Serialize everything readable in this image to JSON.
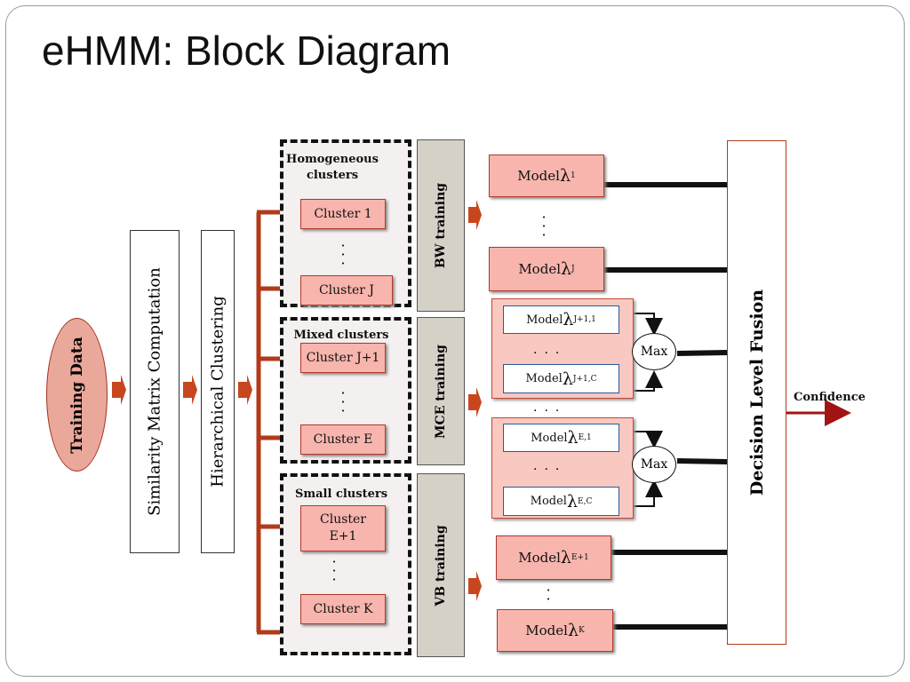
{
  "title": "eHMM: Block Diagram",
  "input": {
    "label": "Training Data"
  },
  "steps": [
    "Similarity Matrix Computation",
    "Hierarchical Clustering"
  ],
  "groups": [
    {
      "header": "Homogeneous clusters",
      "first": "Cluster  1",
      "last": "Cluster  J",
      "training": "BW training"
    },
    {
      "header": "Mixed clusters",
      "first": "Cluster  J+1",
      "last": "Cluster  E",
      "training": "MCE training"
    },
    {
      "header": "Small clusters",
      "first": "Cluster E+1",
      "last": "Cluster  K",
      "training": "VB training"
    }
  ],
  "models": {
    "bw": [
      {
        "text": "Model ",
        "symbol": "λ",
        "sub": "1"
      },
      {
        "text": "Model ",
        "symbol": "λ",
        "sub": "J"
      }
    ],
    "mce_a": [
      {
        "text": "Model ",
        "symbol": "λ",
        "sub": "J+1,1"
      },
      {
        "text": "Model ",
        "symbol": "λ",
        "sub": "J+1,C"
      }
    ],
    "mce_b": [
      {
        "text": "Model ",
        "symbol": "λ",
        "sub": "E,1"
      },
      {
        "text": "Model ",
        "symbol": "λ",
        "sub": "E,C"
      }
    ],
    "vb": [
      {
        "text": "Model ",
        "symbol": "λ",
        "sub": "E+1"
      },
      {
        "text": "Model ",
        "symbol": "λ",
        "sub": "K"
      }
    ]
  },
  "max_label": "Max",
  "fusion": "Decision Level Fusion",
  "output": "Confidence",
  "colors": {
    "arrow": "#c8461e",
    "connector": "#b23a1a",
    "output_arrow": "#a01414"
  }
}
